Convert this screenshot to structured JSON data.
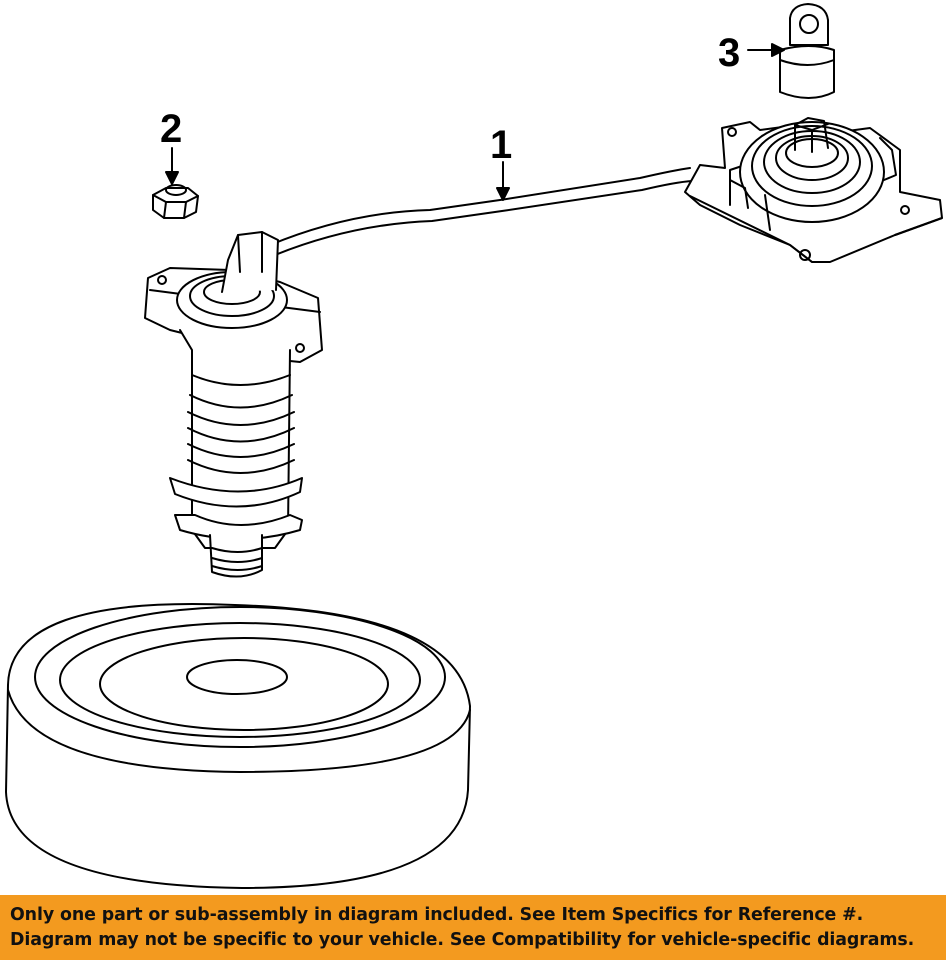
{
  "callouts": {
    "c1": "1",
    "c2": "2",
    "c3": "3"
  },
  "banner": {
    "line1": "Only one part or sub-assembly in diagram included. See Item Specifics for Reference #.",
    "line2": "Diagram may not be specific to your vehicle. See Compatibility for vehicle-specific diagrams.",
    "background": "#f39a1f"
  }
}
